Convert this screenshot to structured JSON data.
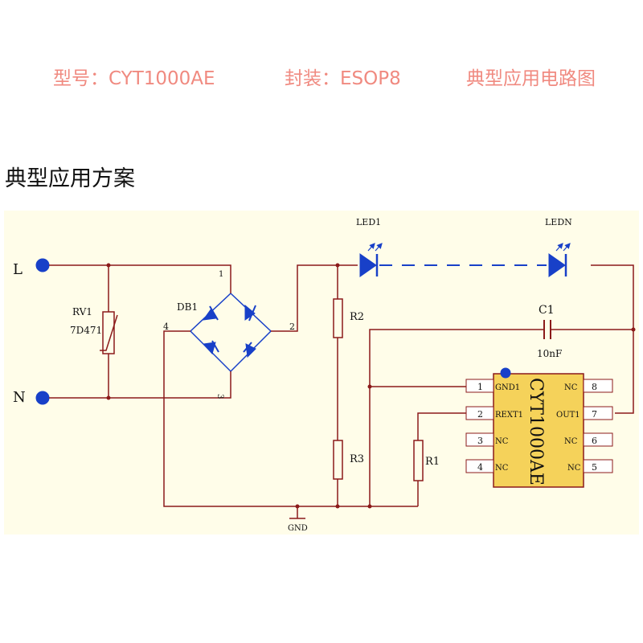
{
  "header": {
    "model": "型号：CYT1000AE",
    "package": "封装：ESOP8",
    "title": "典型应用电路图"
  },
  "section_title": "典型应用方案",
  "schematic": {
    "terminals": {
      "l": "L",
      "n": "N"
    },
    "rv1": {
      "ref": "RV1",
      "value": "7D471"
    },
    "db1": {
      "ref": "DB1",
      "pin1": "1",
      "pin2": "2",
      "pin3": "3",
      "pin4": "4"
    },
    "led1": "LED1",
    "ledn": "LEDN",
    "c1": {
      "ref": "C1",
      "value": "10nF"
    },
    "r1": "R1",
    "r2": "R2",
    "r3": "R3",
    "gnd": "GND",
    "ic": {
      "name": "CYT1000AE",
      "pins_left": [
        {
          "num": "1",
          "label": "GND1"
        },
        {
          "num": "2",
          "label": "REXT1"
        },
        {
          "num": "3",
          "label": "NC"
        },
        {
          "num": "4",
          "label": "NC"
        }
      ],
      "pins_right": [
        {
          "num": "8",
          "label": "NC"
        },
        {
          "num": "7",
          "label": "OUT1"
        },
        {
          "num": "6",
          "label": "NC"
        },
        {
          "num": "5",
          "label": "NC"
        }
      ]
    }
  }
}
